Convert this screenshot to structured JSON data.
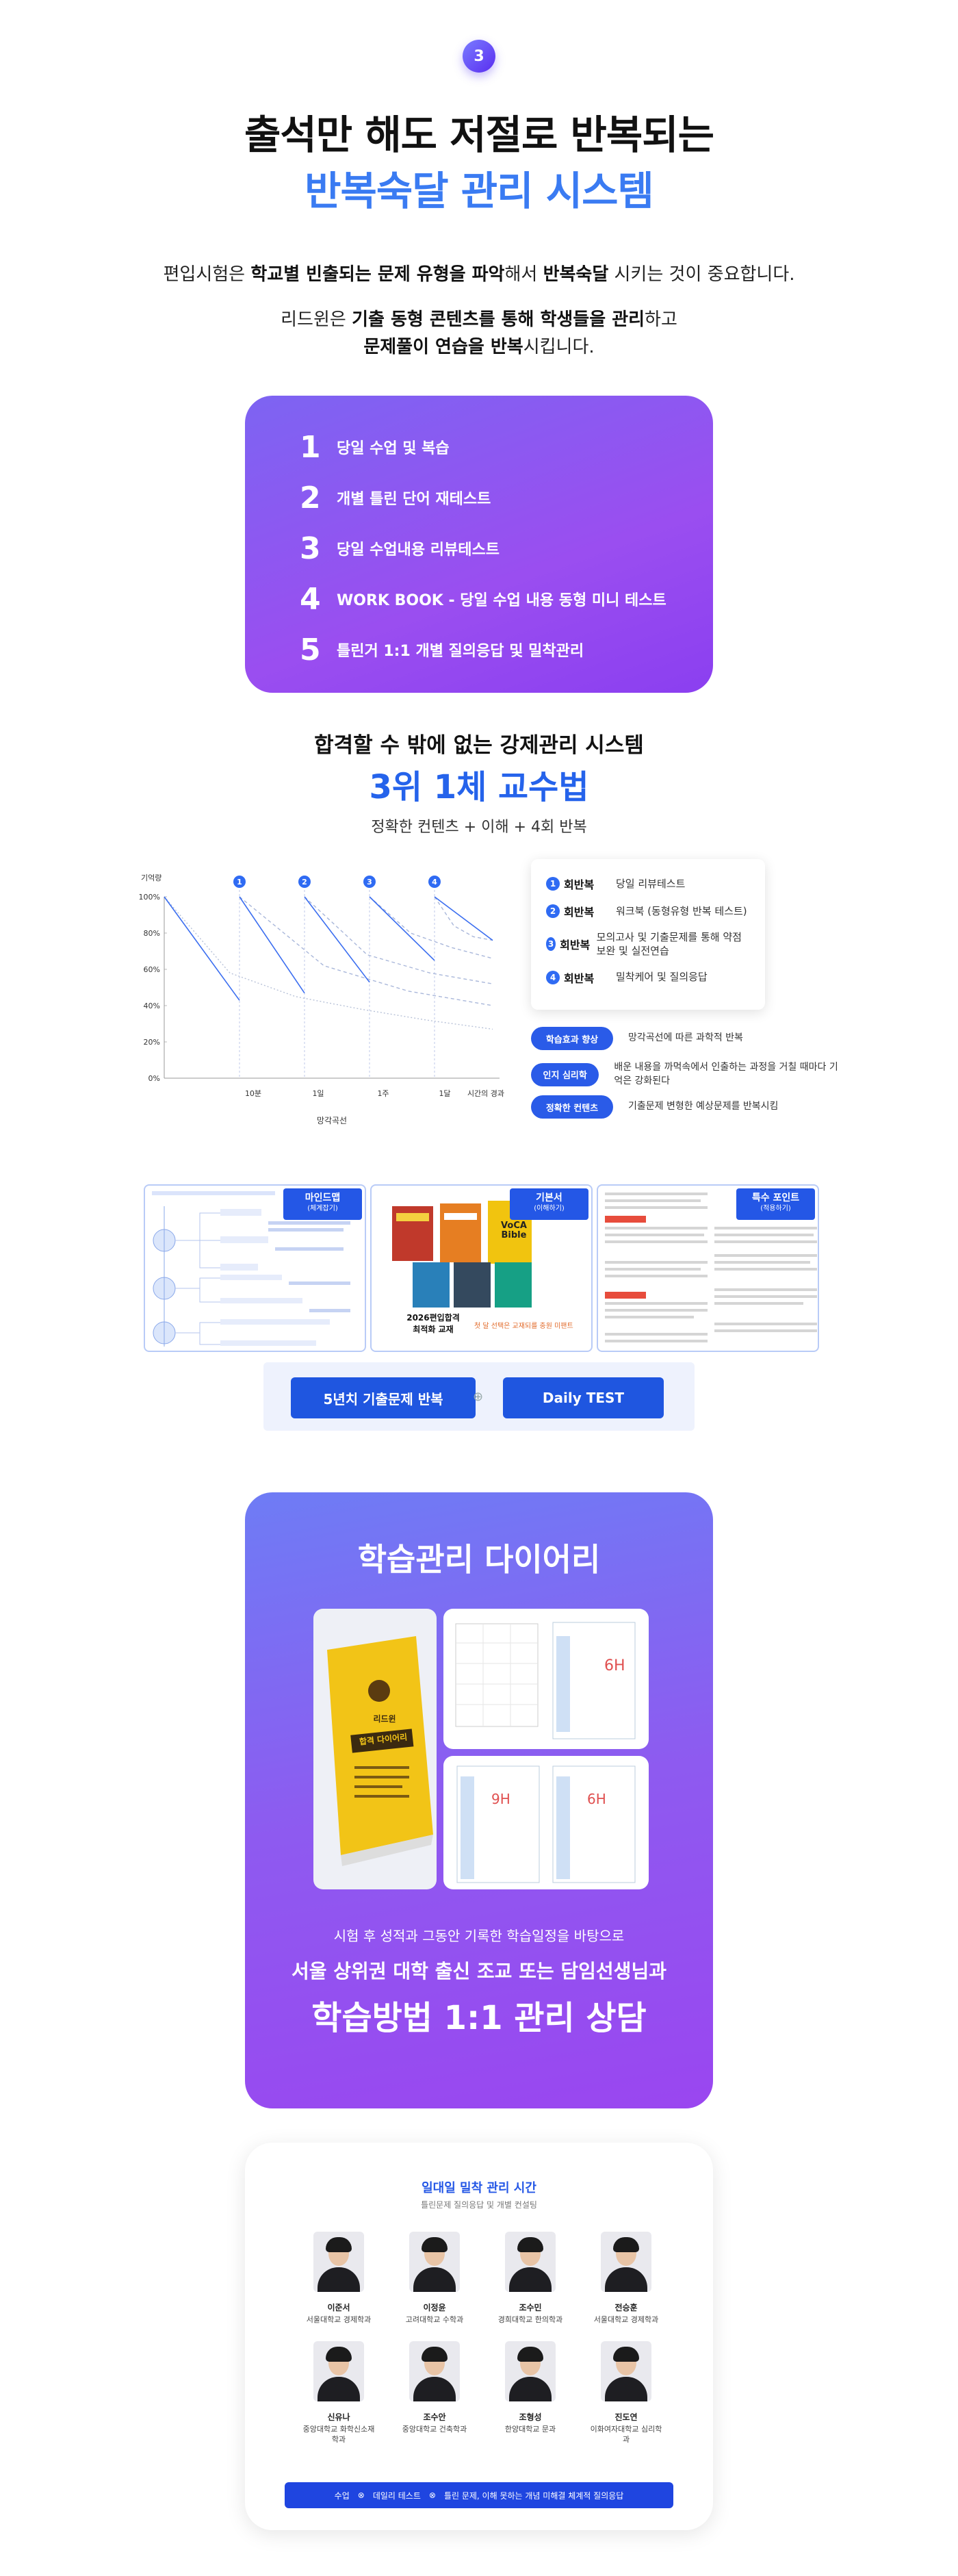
{
  "step_number": "3",
  "headline": {
    "line1": "출석만 해도 저절로 반복되는",
    "line2": "반복숙달 관리 시스템"
  },
  "intro": {
    "p1_a": "편입시험은 ",
    "p1_b": "학교별 빈출되는 문제 유형을 파악",
    "p1_c": "해서 ",
    "p1_d": "반복숙달",
    "p1_e": " 시키는 것이 중요합니다.",
    "p2_a": "리드윈은 ",
    "p2_b": "기출 동형 콘텐츠를 통해 학생들을 관리",
    "p2_c": "하고",
    "p3_a": "문제풀이 연습을 반복",
    "p3_b": "시킵니다."
  },
  "steps": [
    {
      "num": "1",
      "text": "당일 수업 및 복습"
    },
    {
      "num": "2",
      "text": "개별 틀린 단어 재테스트"
    },
    {
      "num": "3",
      "text": "당일 수업내용 리뷰테스트"
    },
    {
      "num": "4",
      "text": "WORK BOOK - 당일 수업 내용 동형 미니 테스트"
    },
    {
      "num": "5",
      "text": "틀린거 1:1 개별 질의응답 및 밀착관리"
    }
  ],
  "system": {
    "title": "합격할 수 밖에 없는 강제관리 시스템",
    "highlight": "3위 1체 교수법",
    "subtitle": "정확한 컨텐츠 + 이해 + 4회 반복"
  },
  "chart_data": {
    "type": "line",
    "title": "",
    "ylabel": "기억량",
    "xlabel": "망각곡선",
    "x_ticks": [
      "10분",
      "1일",
      "1주",
      "1달",
      "시간의 경과"
    ],
    "y_ticks": [
      "100%",
      "80%",
      "60%",
      "40%",
      "20%",
      "0%"
    ],
    "ylim": [
      0,
      100
    ],
    "review_markers": [
      "1",
      "2",
      "3",
      "4"
    ],
    "series": [
      {
        "values": [
          100,
          58,
          45,
          38,
          32,
          27
        ]
      },
      {
        "values": [
          100,
          62,
          48,
          40
        ]
      },
      {
        "values": [
          100,
          68,
          58,
          52
        ]
      },
      {
        "values": [
          100,
          80,
          72,
          66
        ]
      },
      {
        "values": [
          100,
          84,
          78,
          76
        ]
      }
    ]
  },
  "legend": [
    {
      "num": "1",
      "label": "회반복",
      "desc": "당일 리뷰테스트"
    },
    {
      "num": "2",
      "label": "회반복",
      "desc": "워크북 (동형유형 반복 테스트)"
    },
    {
      "num": "3",
      "label": "회반복",
      "desc": "모의고사 및 기출문제를 통해 약점보완 및 실전연습"
    },
    {
      "num": "4",
      "label": "회반복",
      "desc": "밀착케어 및 질의응답"
    }
  ],
  "pills": [
    {
      "label": "학습효과 향상",
      "desc": "망각곡선에 따른 과학적 반복"
    },
    {
      "label": "인지 심리학",
      "desc": "배운 내용을 까먹속에서 인출하는 과정을 거칠 때마다 기억은 강화된다"
    },
    {
      "label": "정확한 컨텐츠",
      "desc": "기출문제 변형한 예상문제를 반복시킴"
    }
  ],
  "materials": {
    "card1_tag": "마인드맵",
    "card1_tag_sub": "(체계잡기)",
    "card2_tag": "기본서",
    "card2_tag_sub": "(이해하기)",
    "card2_caption1": "2026편입합격",
    "card2_caption2": "최적화 교재",
    "card2_caption3": "첫 달 선택은 교재되를 충원 미팬트",
    "card3_tag": "특수 포인트",
    "card3_tag_sub": "(적용하기)",
    "book_label": "VoCA Bible",
    "btn1": "5년치 기출문제 반복",
    "btn2": "Daily TEST",
    "plus": "⊕"
  },
  "diary": {
    "title": "학습관리 다이어리",
    "cover_text1": "리드윈",
    "cover_text2": "합격 다이어리",
    "line1": "시험 후 성적과 그동안 기록한 학습일정을 바탕으로",
    "line2": "서울 상위권 대학 출신 조교 또는 담임선생님과",
    "line3": "학습방법 1:1 관리 상담"
  },
  "tutors": {
    "title": "일대일 밀착 관리 시간",
    "subtitle": "틀린문제 질의응답 및 개별 컨설팅",
    "people": [
      {
        "name": "이준서",
        "school": "서울대학교 경제학과"
      },
      {
        "name": "이정윤",
        "school": "고려대학교 수학과"
      },
      {
        "name": "조수민",
        "school": "경희대학교 한의학과"
      },
      {
        "name": "전승훈",
        "school": "서울대학교 경제학과"
      },
      {
        "name": "신유나",
        "school": "중앙대학교 화학신소재학과"
      },
      {
        "name": "조수안",
        "school": "중앙대학교 건축학과"
      },
      {
        "name": "조형성",
        "school": "한양대학교 문과"
      },
      {
        "name": "진도연",
        "school": "이화여자대학교 심리학과"
      }
    ],
    "bar": [
      "수업",
      "⊗",
      "데일리 테스트",
      "⊗",
      "틀린 문제, 이해 못하는 개념 미해결 체계적 질의응답"
    ]
  },
  "colors": {
    "accent_blue": "#2563eb",
    "purple": "#8b3ff0"
  }
}
